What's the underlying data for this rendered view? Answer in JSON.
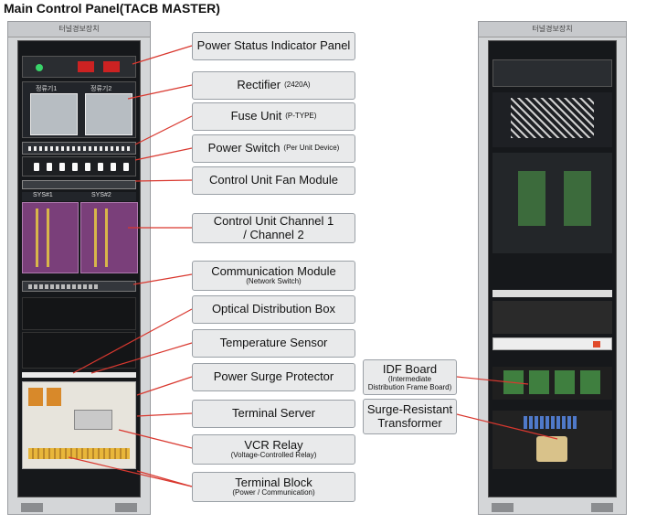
{
  "title": "Main Control Panel(TACB MASTER)",
  "cabinet_header_text": "터널경보장치",
  "rack_labels": {
    "rect1": "정류기1",
    "rect2": "정류기2",
    "sys1": "SYS#1",
    "sys2": "SYS#2"
  },
  "colors": {
    "leader_line": "#d9382f",
    "label_bg": "#e9eaeb",
    "label_border": "#9aa0a6",
    "channel_purple": "#7a3f7a"
  },
  "labels": {
    "power_status": {
      "main": "Power Status Indicator Panel"
    },
    "rectifier": {
      "main": "Rectifier",
      "inline": "(2420A)"
    },
    "fuse_unit": {
      "main": "Fuse Unit",
      "inline": "(P-TYPE)"
    },
    "power_switch": {
      "main": "Power Switch",
      "inline": "(Per Unit Device)"
    },
    "fan_module": {
      "main": "Control Unit Fan Module"
    },
    "control_unit": {
      "line1": "Control Unit Channel 1",
      "line2": "/ Channel 2"
    },
    "comm_module": {
      "main": "Communication Module",
      "sub": "(Network Switch)"
    },
    "optical_box": {
      "main": "Optical Distribution Box"
    },
    "temp_sensor": {
      "main": "Temperature Sensor"
    },
    "surge_protector": {
      "main": "Power Surge Protector"
    },
    "terminal_server": {
      "main": "Terminal Server"
    },
    "vcr_relay": {
      "main": "VCR Relay",
      "sub": "(Voltage-Controlled Relay)"
    },
    "terminal_block": {
      "main": "Terminal Block",
      "sub": "(Power / Communication)"
    },
    "idf_board": {
      "main": "IDF Board",
      "sub1": "(Intermediate",
      "sub2": "Distribution Frame Board)"
    },
    "surge_transformer": {
      "line1": "Surge-Resistant",
      "line2": "Transformer"
    }
  }
}
